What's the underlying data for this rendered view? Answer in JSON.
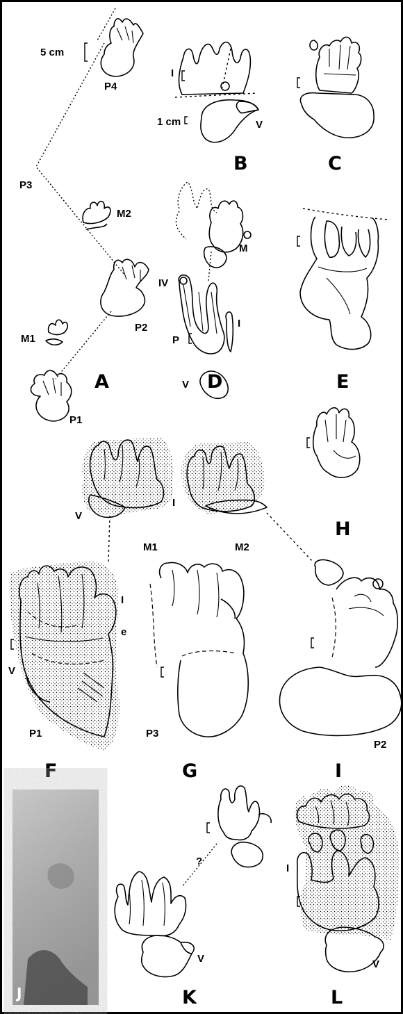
{
  "scale_bars": {
    "five_cm": "5 cm",
    "one_cm": "1 cm"
  },
  "panels": {
    "A": "A",
    "B": "B",
    "C": "C",
    "D": "D",
    "E": "E",
    "F": "F",
    "G": "G",
    "H": "H",
    "I": "I",
    "J": "J",
    "K": "K",
    "L": "L"
  },
  "labels": {
    "P1": "P1",
    "P2": "P2",
    "P3": "P3",
    "P4": "P4",
    "M1": "M1",
    "M2": "M2",
    "M": "M",
    "P": "P",
    "V": "V",
    "I": "I",
    "IV": "IV",
    "e": "e",
    "Q": "?"
  }
}
